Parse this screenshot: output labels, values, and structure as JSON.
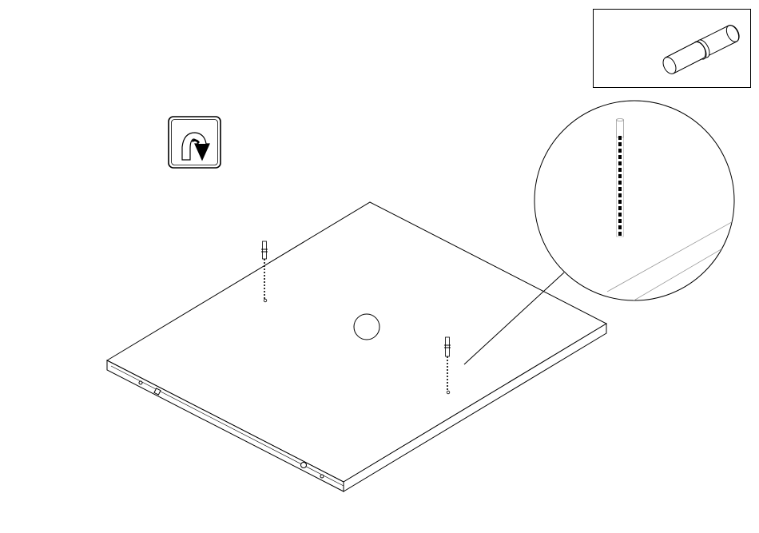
{
  "diagram": {
    "type": "assembly-instruction",
    "step_icon": "flip-over-icon",
    "part_detail_icon": "wooden-dowel-icon",
    "callout_detail": "dowel-insertion-zoom",
    "panel_part": "board-panel",
    "fastener_count": 2,
    "colors": {
      "stroke": "#000000",
      "background": "#ffffff",
      "light_stroke": "#9a9a9a"
    }
  }
}
